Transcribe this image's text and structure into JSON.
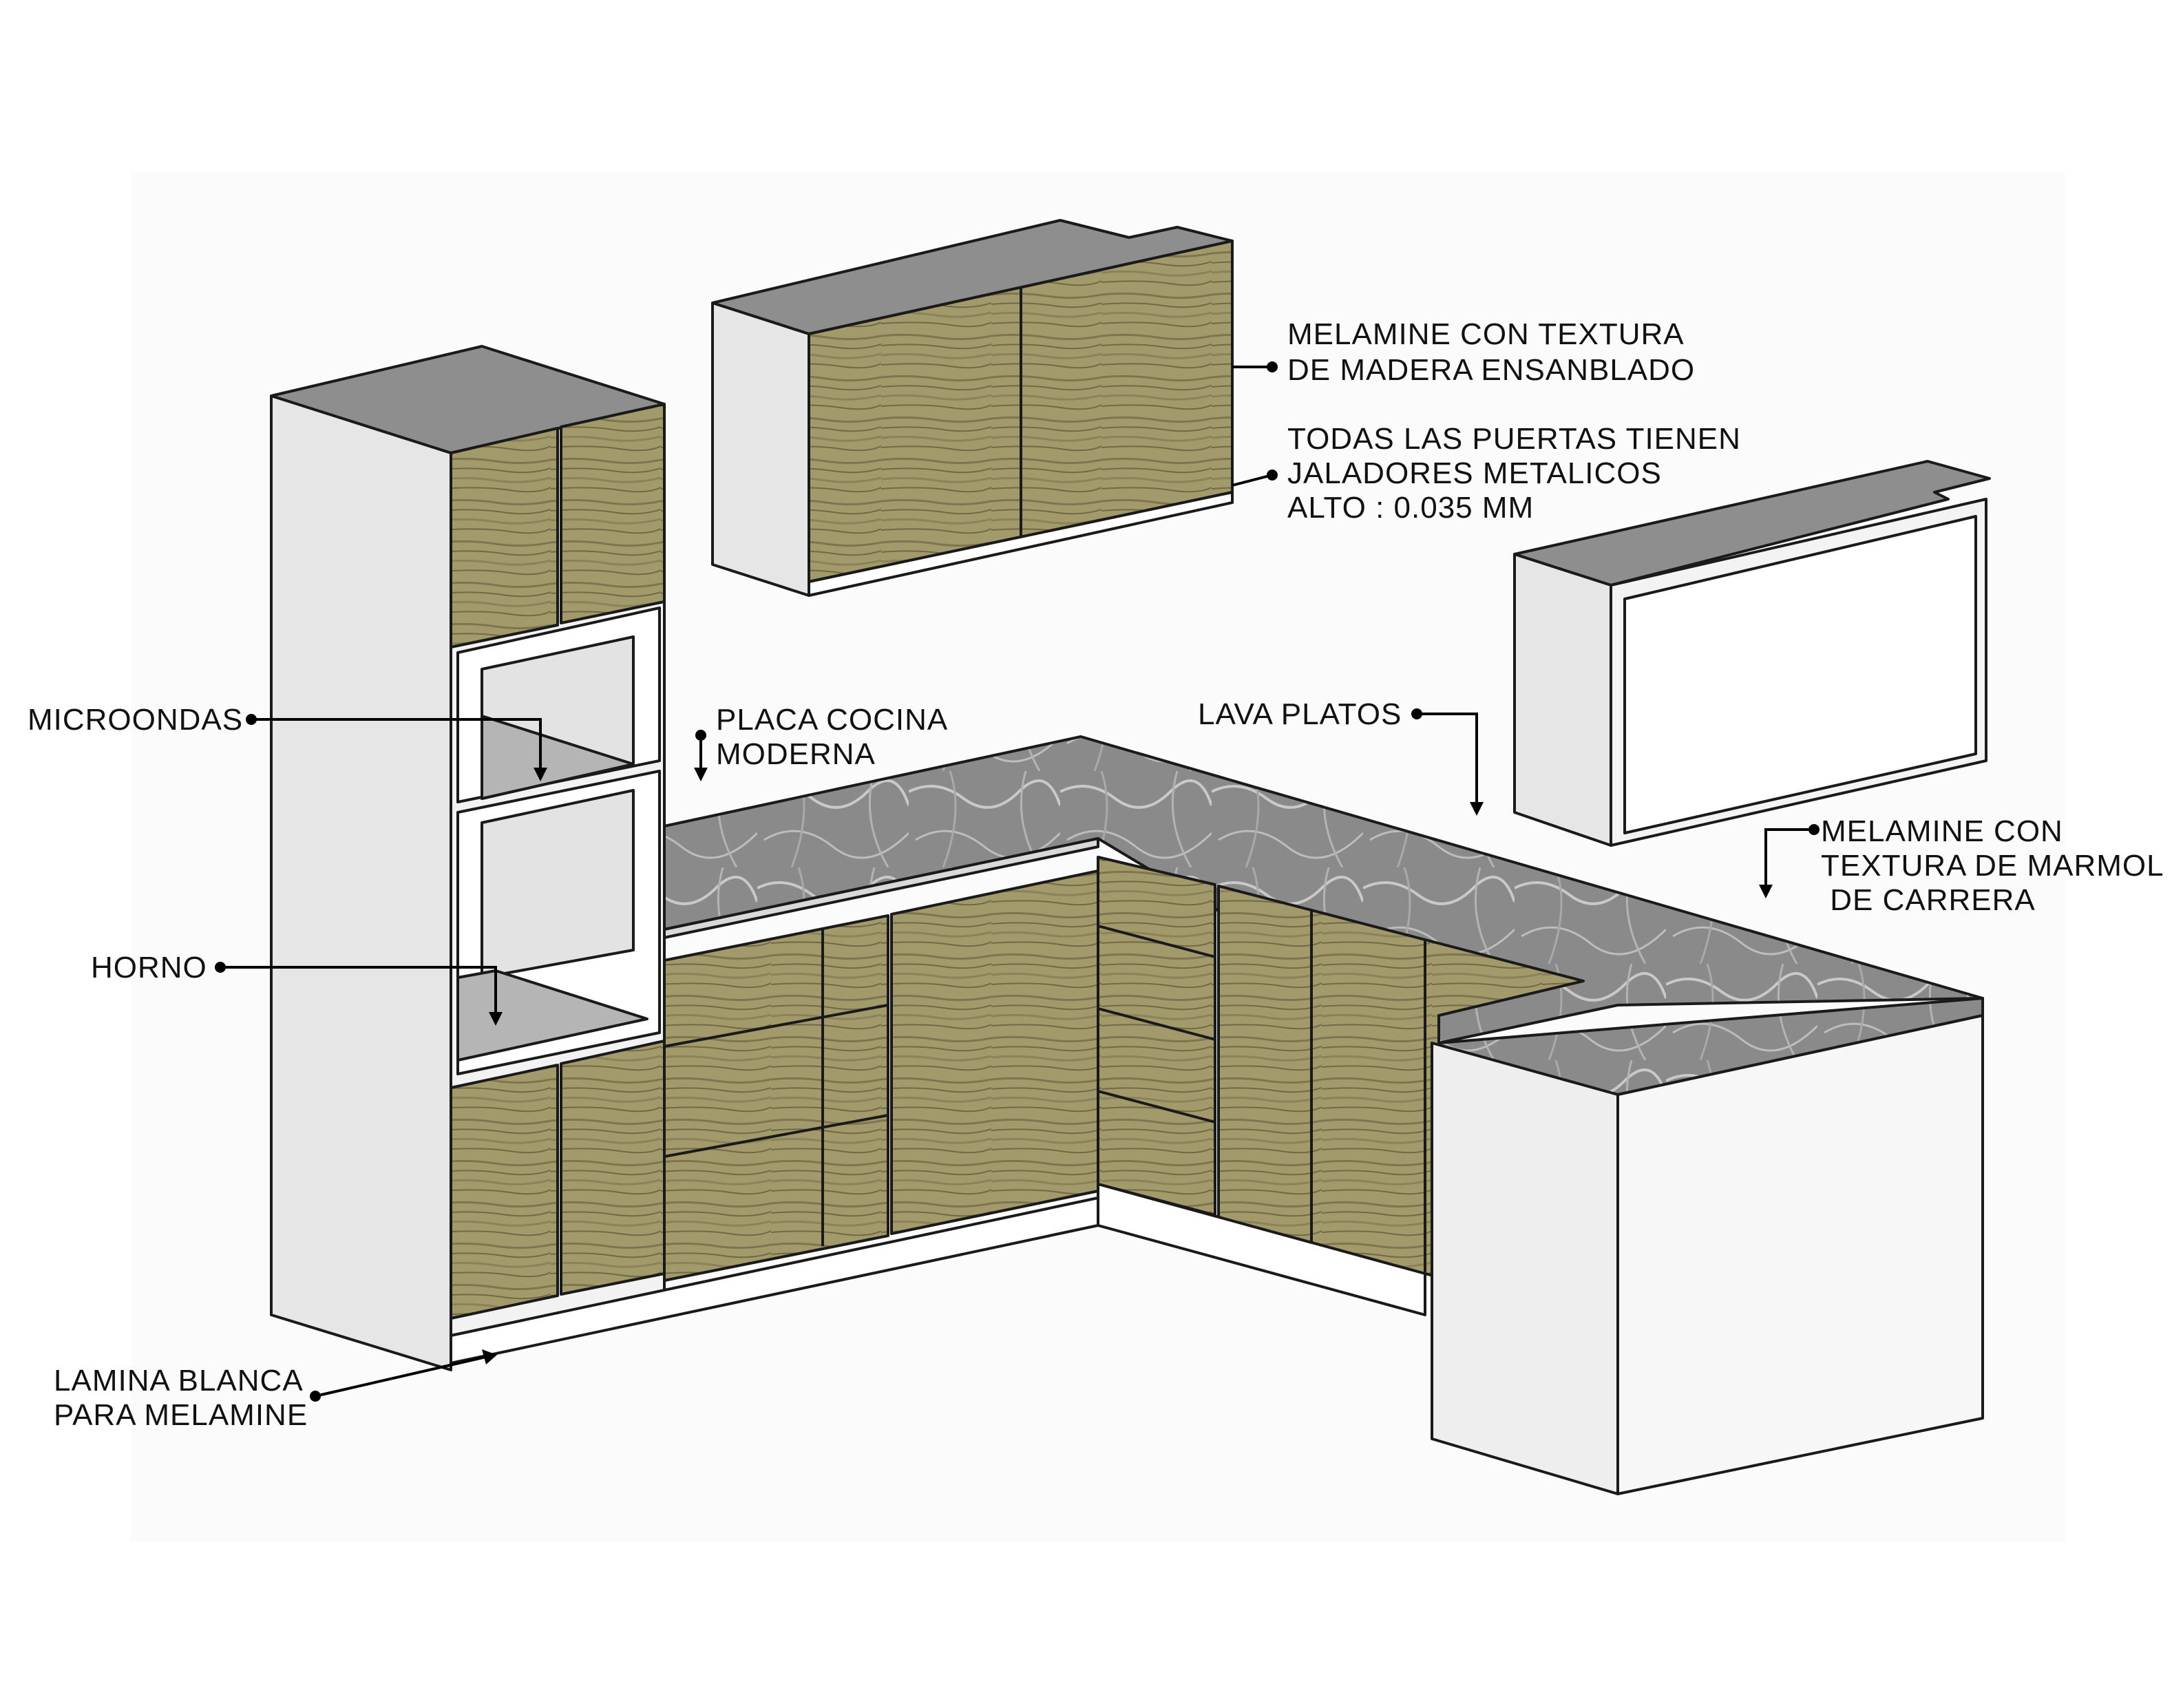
{
  "labels": {
    "melamine_madera": [
      "MELAMINE CON TEXTURA",
      "DE MADERA ENSANBLADO"
    ],
    "puertas": [
      "TODAS LAS PUERTAS TIENEN",
      "JALADORES METALICOS",
      "ALTO : 0.035 MM"
    ],
    "microondas": "MICROONDAS",
    "placa_cocina": [
      "PLACA COCINA",
      "MODERNA"
    ],
    "lava_platos": "LAVA PLATOS",
    "melamine_marmol": [
      "MELAMINE CON",
      "TEXTURA DE MARMOL",
      " DE CARRERA"
    ],
    "horno": "HORNO",
    "lamina_blanca": [
      "LAMINA BLANCA",
      "PARA MELAMINE"
    ]
  },
  "colors": {
    "wood": "#a39a6c",
    "wood_grain": "#6f6a45",
    "marble": "#8a8a8a",
    "white_panel": "#e6e6e6",
    "top_gray": "#8e8e8e",
    "interior_gray": "#b5b5b5",
    "line": "#111111"
  }
}
